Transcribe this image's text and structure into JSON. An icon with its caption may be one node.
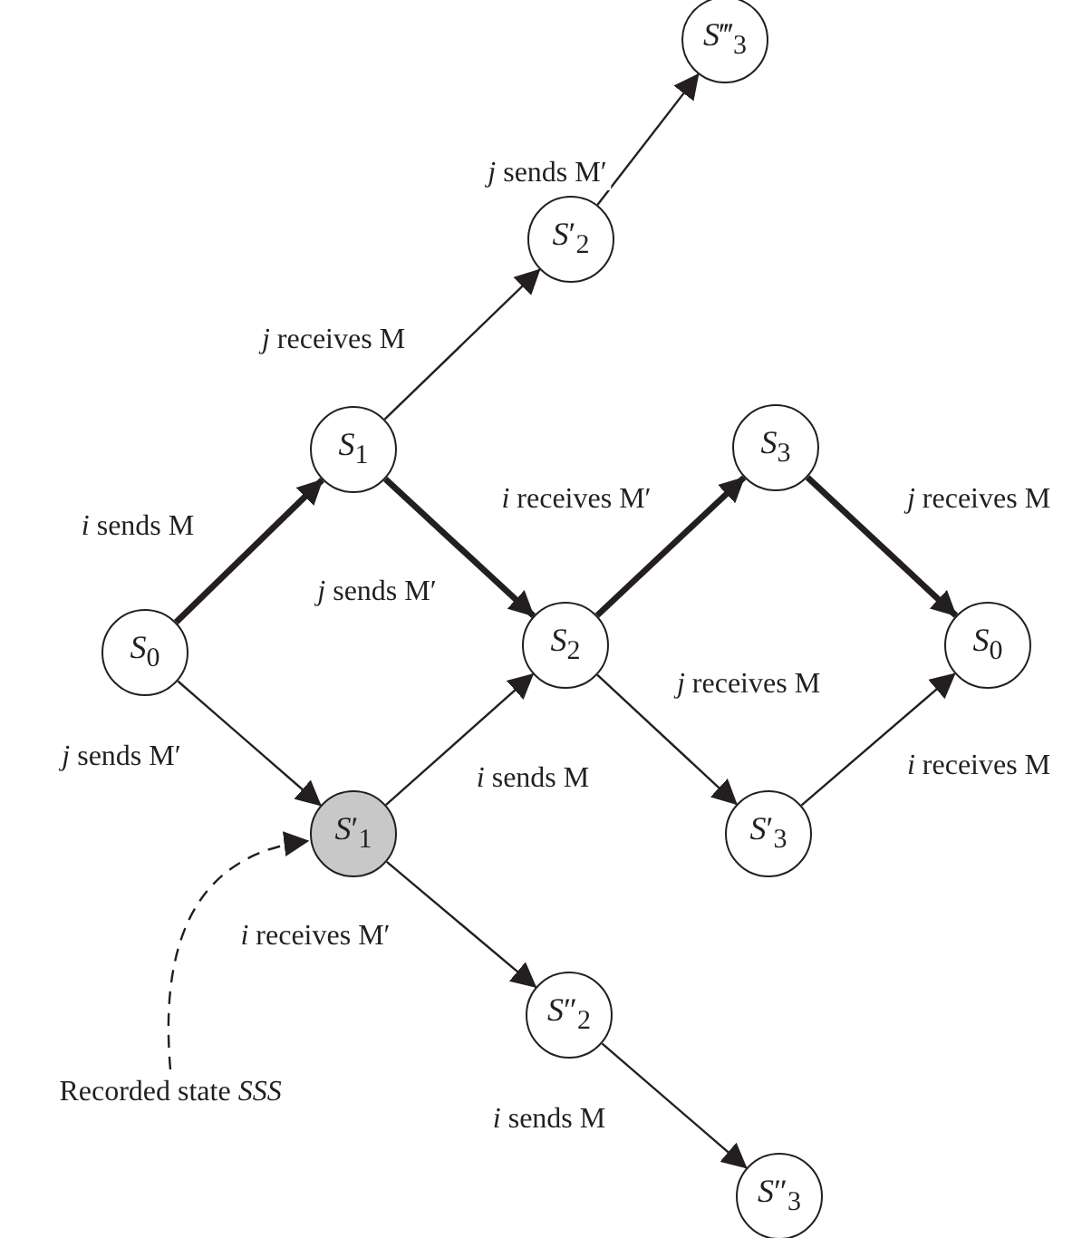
{
  "diagram": {
    "nodes": [
      {
        "text": [
          "*S*‴$_{3}$"
        ]
      },
      {
        "text": [
          "*S*′$_{2}$"
        ]
      },
      {
        "text": [
          "*S*$_{1}$"
        ]
      },
      {
        "text": [
          "*S*$_{3}$"
        ]
      },
      {
        "text": [
          "*S*$_{0}$"
        ]
      },
      {
        "text": [
          "*S*$_{2}$"
        ]
      },
      {
        "text": [
          "*S*$_{0}$"
        ]
      },
      {
        "text": [
          "*S*′$_{1}$"
        ]
      },
      {
        "text": [
          "*S*′$_{3}$"
        ]
      },
      {
        "text": [
          "*S*″$_{2}$"
        ]
      },
      {
        "text": [
          "Recorded state *SSS*"
        ]
      },
      {
        "text": [
          "*S*″$_{3}$"
        ]
      }
    ],
    "edges": [
      {
        "from": 4,
        "to": 2,
        "arrow": "to",
        "label": "*i* sends M",
        "style": "thick"
      },
      {
        "from": 2,
        "to": 1,
        "arrow": "to",
        "label": "*j* receives M"
      },
      {
        "from": 1,
        "to": 0,
        "arrow": "to",
        "label": "*j* sends M′"
      },
      {
        "from": 2,
        "to": 5,
        "arrow": "to",
        "label": "*j* sends M′",
        "style": "thick"
      },
      {
        "from": 5,
        "to": 3,
        "arrow": "to",
        "label": "*i* receives M′",
        "style": "thick"
      },
      {
        "from": 3,
        "to": 6,
        "arrow": "to",
        "label": "*j* receives M",
        "style": "thick"
      },
      {
        "from": 4,
        "to": 7,
        "arrow": "to",
        "label": "*j* sends M′"
      },
      {
        "from": 7,
        "to": 5,
        "arrow": "to",
        "label": "*i* sends M"
      },
      {
        "from": 5,
        "to": 8,
        "arrow": "to",
        "label": "*j* receives M"
      },
      {
        "from": 8,
        "to": 6,
        "arrow": "to",
        "label": "*i* receives M"
      },
      {
        "from": 7,
        "to": 9,
        "arrow": "to",
        "label": "*i* receives M′"
      },
      {
        "from": 9,
        "to": 11,
        "arrow": "to",
        "label": "*i* sends M"
      },
      {
        "from": 10,
        "to": 7,
        "arrow": "to",
        "style": "dashed"
      }
    ]
  }
}
